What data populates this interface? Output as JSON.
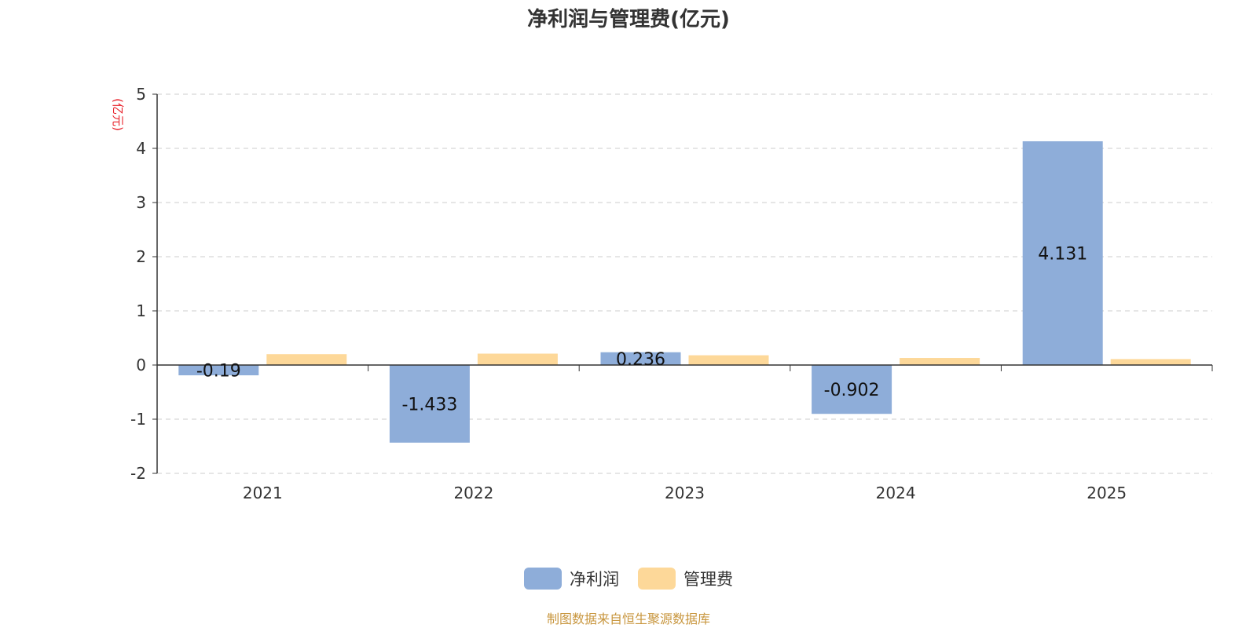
{
  "chart_data": {
    "type": "bar",
    "title": "净利润与管理费(亿元)",
    "ylabel": "(亿元)",
    "xlabel": "",
    "categories": [
      "2021",
      "2022",
      "2023",
      "2024",
      "2025"
    ],
    "series": [
      {
        "name": "净利润",
        "color": "#8eadd9",
        "values": [
          -0.19,
          -1.433,
          0.236,
          -0.902,
          4.131
        ],
        "labels": [
          "-0.19",
          "-1.433",
          "0.236",
          "-0.902",
          "4.131"
        ]
      },
      {
        "name": "管理费",
        "color": "#fdd899",
        "values": [
          0.2,
          0.21,
          0.18,
          0.13,
          0.11
        ]
      }
    ],
    "ylim": [
      -2,
      5
    ],
    "yticks": [
      -2,
      -1,
      0,
      1,
      2,
      3,
      4,
      5
    ],
    "grid": true,
    "legend": "bottom-center"
  },
  "source_note": "制图数据来自恒生聚源数据库"
}
